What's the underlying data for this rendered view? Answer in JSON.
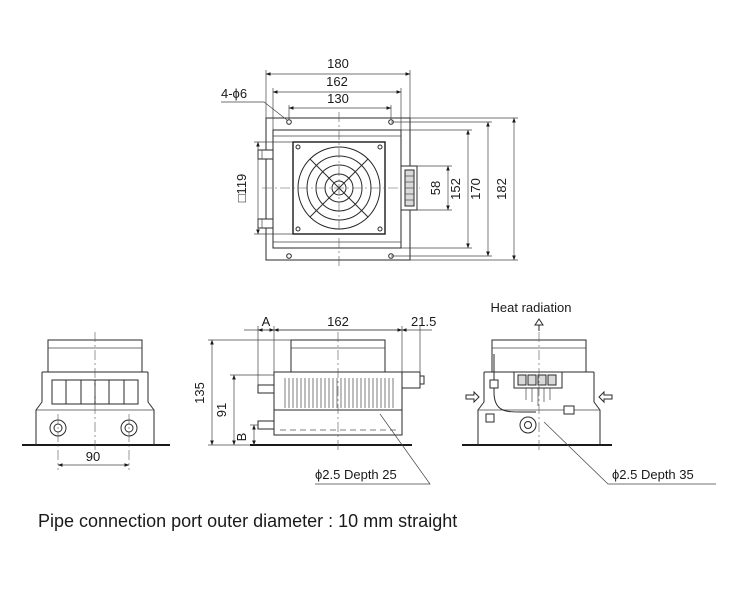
{
  "top_view": {
    "dim_width_outer": "180",
    "dim_width_mid": "162",
    "dim_width_inner": "130",
    "dim_holes": "4-ϕ6",
    "dim_fan_square": "□119",
    "dim_connector": "58",
    "dim_h1": "152",
    "dim_h2": "170",
    "dim_h3": "182"
  },
  "front_view": {
    "dim_bolt_spacing": "90"
  },
  "side_view": {
    "label_a": "A",
    "label_b": "B",
    "dim_width": "162",
    "dim_offset": "21.5",
    "dim_total_height": "135",
    "dim_fin_height": "91",
    "note_hole": "ϕ2.5 Depth 25"
  },
  "rear_view": {
    "heat_label": "Heat radiation",
    "note_hole": "ϕ2.5 Depth 35"
  },
  "caption": "Pipe connection port outer diameter : 10 mm straight"
}
